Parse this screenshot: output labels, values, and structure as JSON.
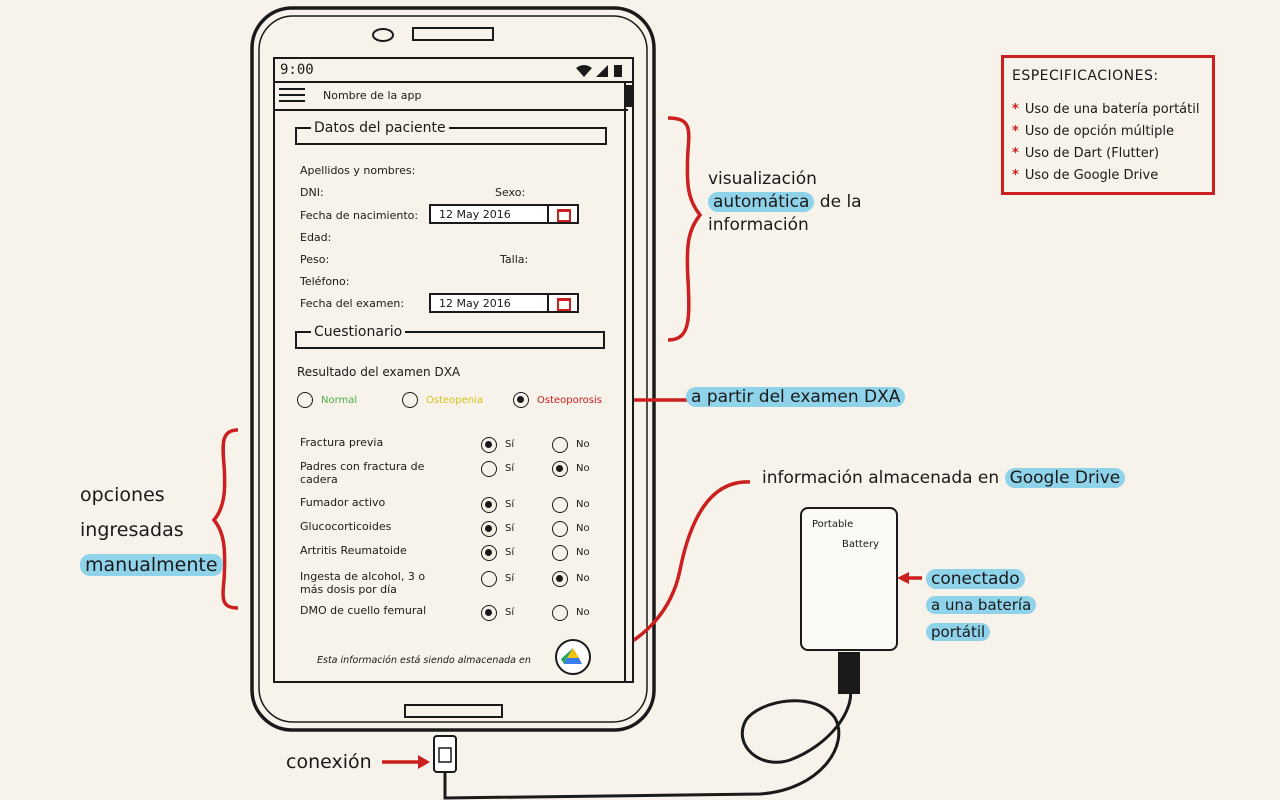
{
  "status_bar": {
    "time": "9:00"
  },
  "app_bar": {
    "title": "Nombre de la app"
  },
  "patient_section": {
    "title": "Datos del paciente",
    "fields": {
      "names": "Apellidos y nombres:",
      "dni": "DNI:",
      "sex": "Sexo:",
      "birth_date": "Fecha de nacimiento:",
      "age": "Edad:",
      "weight": "Peso:",
      "height": "Talla:",
      "phone": "Teléfono:",
      "exam_date": "Fecha del examen:"
    },
    "birth_date_value": "12 May 2016",
    "exam_date_value": "12 May 2016"
  },
  "questionnaire": {
    "title": "Cuestionario",
    "dxa_label": "Resultado del examen DXA",
    "dxa_options": [
      {
        "label": "Normal",
        "color": "#4caf50",
        "selected": false
      },
      {
        "label": "Osteopenia",
        "color": "#d4c21a",
        "selected": false
      },
      {
        "label": "Osteoporosis",
        "color": "#cc1f1f",
        "selected": true
      }
    ],
    "yes_label": "Sí",
    "no_label": "No",
    "questions": [
      {
        "text": "Fractura previa",
        "answer": "yes"
      },
      {
        "text": "Padres con fractura de cadera",
        "answer": "no"
      },
      {
        "text": "Fumador activo",
        "answer": "yes"
      },
      {
        "text": "Glucocorticoides",
        "answer": "yes"
      },
      {
        "text": "Artritis Reumatoide",
        "answer": "yes"
      },
      {
        "text": "Ingesta de alcohol, 3 o más dosis por día",
        "answer": "no"
      },
      {
        "text": "DMO de cuello femural",
        "answer": "yes"
      }
    ],
    "storage_note": "Esta información está siendo almacenada en"
  },
  "annotations": {
    "auto_display": {
      "line1": "visualización",
      "line2a": "automática",
      "line2b": "de la",
      "line3": "información"
    },
    "from_dxa": "a partir del examen DXA",
    "manual": {
      "line1": "opciones",
      "line2": "ingresadas",
      "line3": "manualmente"
    },
    "drive_storage": {
      "prefix": "información almacenada en",
      "highlight": "Google Drive"
    },
    "connected": {
      "line1": "conectado",
      "line2": "a una batería",
      "line3": "portátil"
    },
    "connection": "conexión"
  },
  "battery": {
    "line1": "Portable",
    "line2": "Battery"
  },
  "specs": {
    "title": "ESPECIFICACIONES:",
    "items": [
      "Uso de una batería portátil",
      "Uso de opción múltiple",
      "Uso de Dart (Flutter)",
      "Uso de Google Drive"
    ]
  },
  "colors": {
    "accent_red": "#cc1f1f",
    "highlight_blue": "#8fd3ea"
  }
}
